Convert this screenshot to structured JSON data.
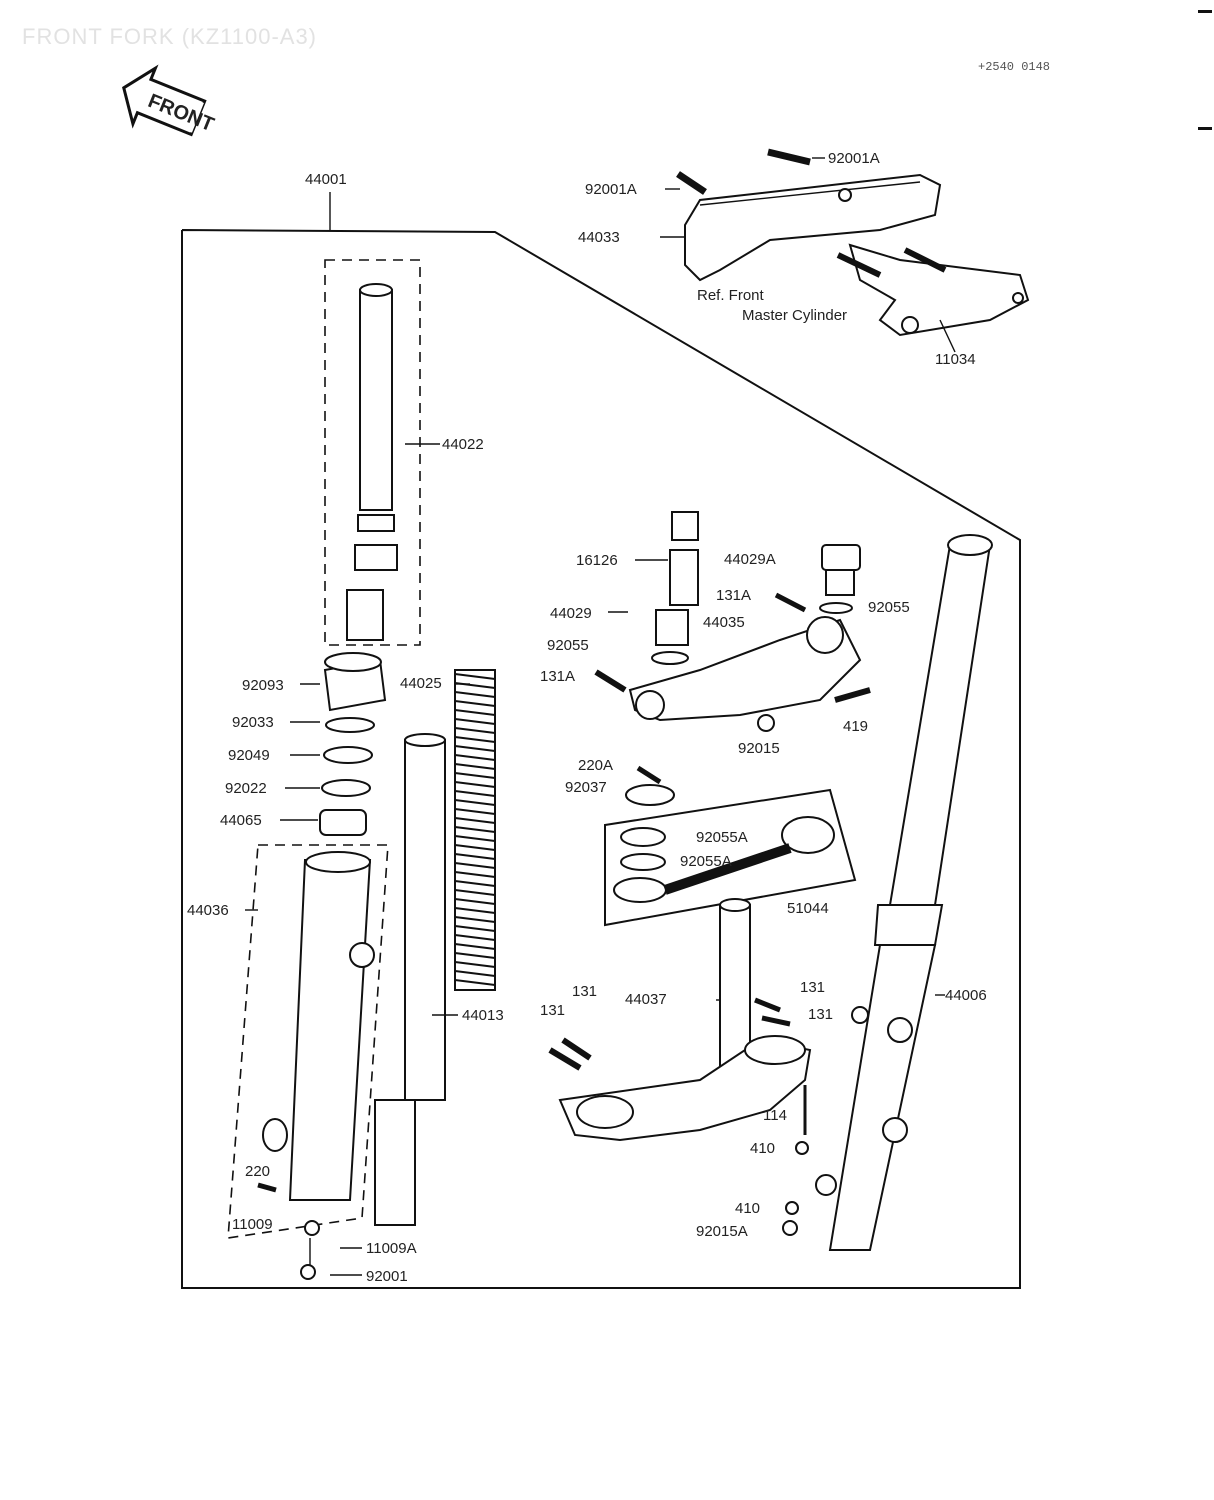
{
  "page": {
    "title": "FRONT FORK (KZ1100-A3)",
    "ref_code": "+2540 0148",
    "front_arrow_label": "FRONT"
  },
  "labels": {
    "l44001": "44001",
    "l92001A_top": "92001A",
    "l92001A_left": "92001A",
    "l44033": "44033",
    "ref_master_cyl_1": "Ref. Front",
    "ref_master_cyl_2": "Master Cylinder",
    "l11034": "11034",
    "l44022": "44022",
    "l16126": "16126",
    "l44029A": "44029A",
    "l131A_top": "131A",
    "l92055_right": "92055",
    "l44029": "44029",
    "l44035": "44035",
    "l92055_left": "92055",
    "l131A_left": "131A",
    "l92093": "92093",
    "l44025": "44025",
    "l419": "419",
    "l92015": "92015",
    "l92033": "92033",
    "l92049": "92049",
    "l220A": "220A",
    "l92037": "92037",
    "l92022": "92022",
    "l44065": "44065",
    "l92055A_1": "92055A",
    "l92055A_2": "92055A",
    "l44036": "44036",
    "l51044": "51044",
    "l131_a": "131",
    "l131_b": "131",
    "l44037": "44037",
    "l131_c": "131",
    "l131_d": "131",
    "l44006": "44006",
    "l44013": "44013",
    "l114": "114",
    "l410_a": "410",
    "l220": "220",
    "l410_b": "410",
    "l92015A": "92015A",
    "l11009": "11009",
    "l11009A": "11009A",
    "l92001_bottom": "92001"
  }
}
